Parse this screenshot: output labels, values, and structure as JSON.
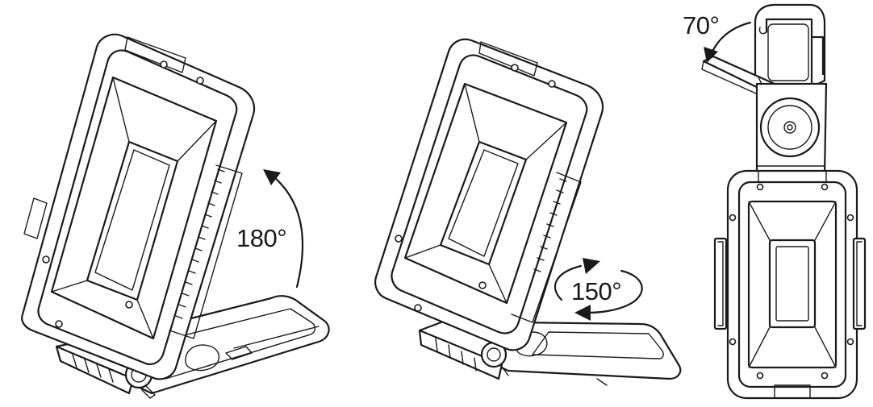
{
  "angles": {
    "left": "180°",
    "middle": "150°",
    "right": "70°"
  },
  "colors": {
    "ink": "#1a1a1a",
    "background": "#ffffff"
  }
}
